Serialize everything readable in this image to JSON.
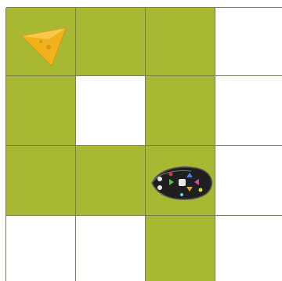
{
  "board": {
    "rows": 4,
    "cols": 4,
    "colors": {
      "green": "#a9b832",
      "white": "#ffffff",
      "line": "#7c7c5a"
    },
    "cells": [
      [
        "green",
        "green",
        "green",
        "white"
      ],
      [
        "green",
        "white",
        "green",
        "white"
      ],
      [
        "green",
        "green",
        "green",
        "white"
      ],
      [
        "white",
        "white",
        "green",
        "white"
      ]
    ]
  },
  "pieces": {
    "cheese": {
      "icon": "cheese-icon",
      "row": 0,
      "col": 0,
      "color": "#f2b21c"
    },
    "robot_mouse": {
      "icon": "robot-mouse-icon",
      "row": 2,
      "col": 2,
      "facing": "left",
      "color": "#1f1f1f"
    }
  }
}
